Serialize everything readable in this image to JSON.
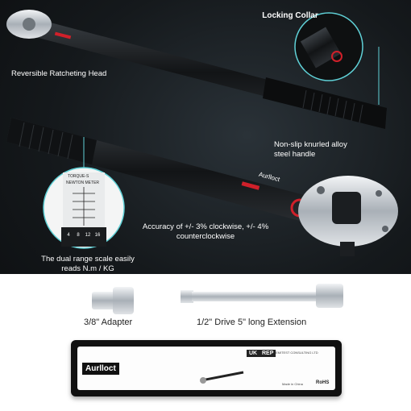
{
  "labels": {
    "locking_collar": "Locking Collar",
    "ratcheting_head": "Reversible Ratcheting Head",
    "handle": "Non-slip knurled alloy steel handle",
    "accuracy": "Accuracy of +/- 3% clockwise, +/- 4% counterclockwise",
    "dual_scale": "The dual range scale easily reads N.m / KG",
    "adapter": "3/8\" Adapter",
    "extension": "1/2\" Drive 5\" long Extension"
  },
  "wrench": {
    "brand_text": "Aurlloct",
    "scale_header_1": "TORQUE-S",
    "scale_header_2": "NEWTON METER",
    "scale_numbers": [
      "4",
      "8",
      "12",
      "16"
    ]
  },
  "case": {
    "brand": "Aurlloct",
    "badge_uk": "UK",
    "badge_rep": "REP",
    "company": "EMITEST CONSULTING LTD",
    "rohs": "RoHS",
    "made_in": "Made in China"
  },
  "colors": {
    "accent_red": "#d0202a",
    "chrome": "#c8cdd2",
    "handle_black": "#141618",
    "callout_line": "#5fd0d6"
  }
}
